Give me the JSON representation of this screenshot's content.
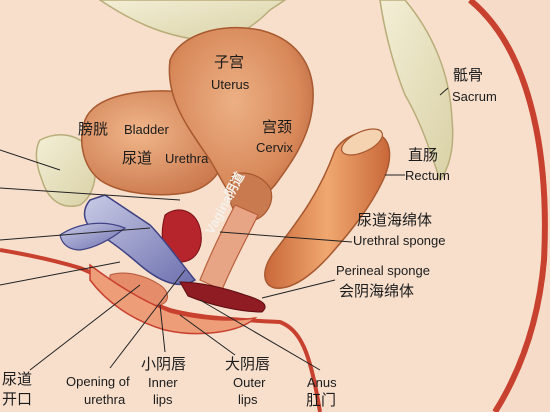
{
  "labels": {
    "uterus_zh": "子宫",
    "uterus_en": "Uterus",
    "bladder_zh": "膀胱",
    "bladder_en": "Bladder",
    "cervix_zh": "宫颈",
    "cervix_en": "Cervix",
    "urethra_zh": "尿道",
    "urethra_en": "Urethra",
    "vagina": "Vagina阴道",
    "sacrum_zh": "骶骨",
    "sacrum_en": "Sacrum",
    "rectum_zh": "直肠",
    "rectum_en": "Rectum",
    "urethral_sponge_zh": "尿道海绵体",
    "urethral_sponge_en": "Urethral sponge",
    "perineal_sponge_en": "Perineal sponge",
    "perineal_sponge_zh": "会阴海绵体",
    "opening_zh_1": "尿道",
    "opening_zh_2": "开口",
    "opening_en_1": "Opening of",
    "opening_en_2": "urethra",
    "inner_lips_zh": "小阴唇",
    "inner_lips_en_1": "Inner",
    "inner_lips_en_2": "lips",
    "outer_lips_zh": "大阴唇",
    "outer_lips_en_1": "Outer",
    "outer_lips_en_2": "lips",
    "anus_en": "Anus",
    "anus_zh": "肛门"
  },
  "colors": {
    "background": "#f6dcc8",
    "skin_outline": "#c8402e",
    "uterus": "#d98a5a",
    "bone": "#ece6c4",
    "urethra": "#8b8fc8",
    "sponge": "#b5252b",
    "rectum": "#e0864f"
  }
}
